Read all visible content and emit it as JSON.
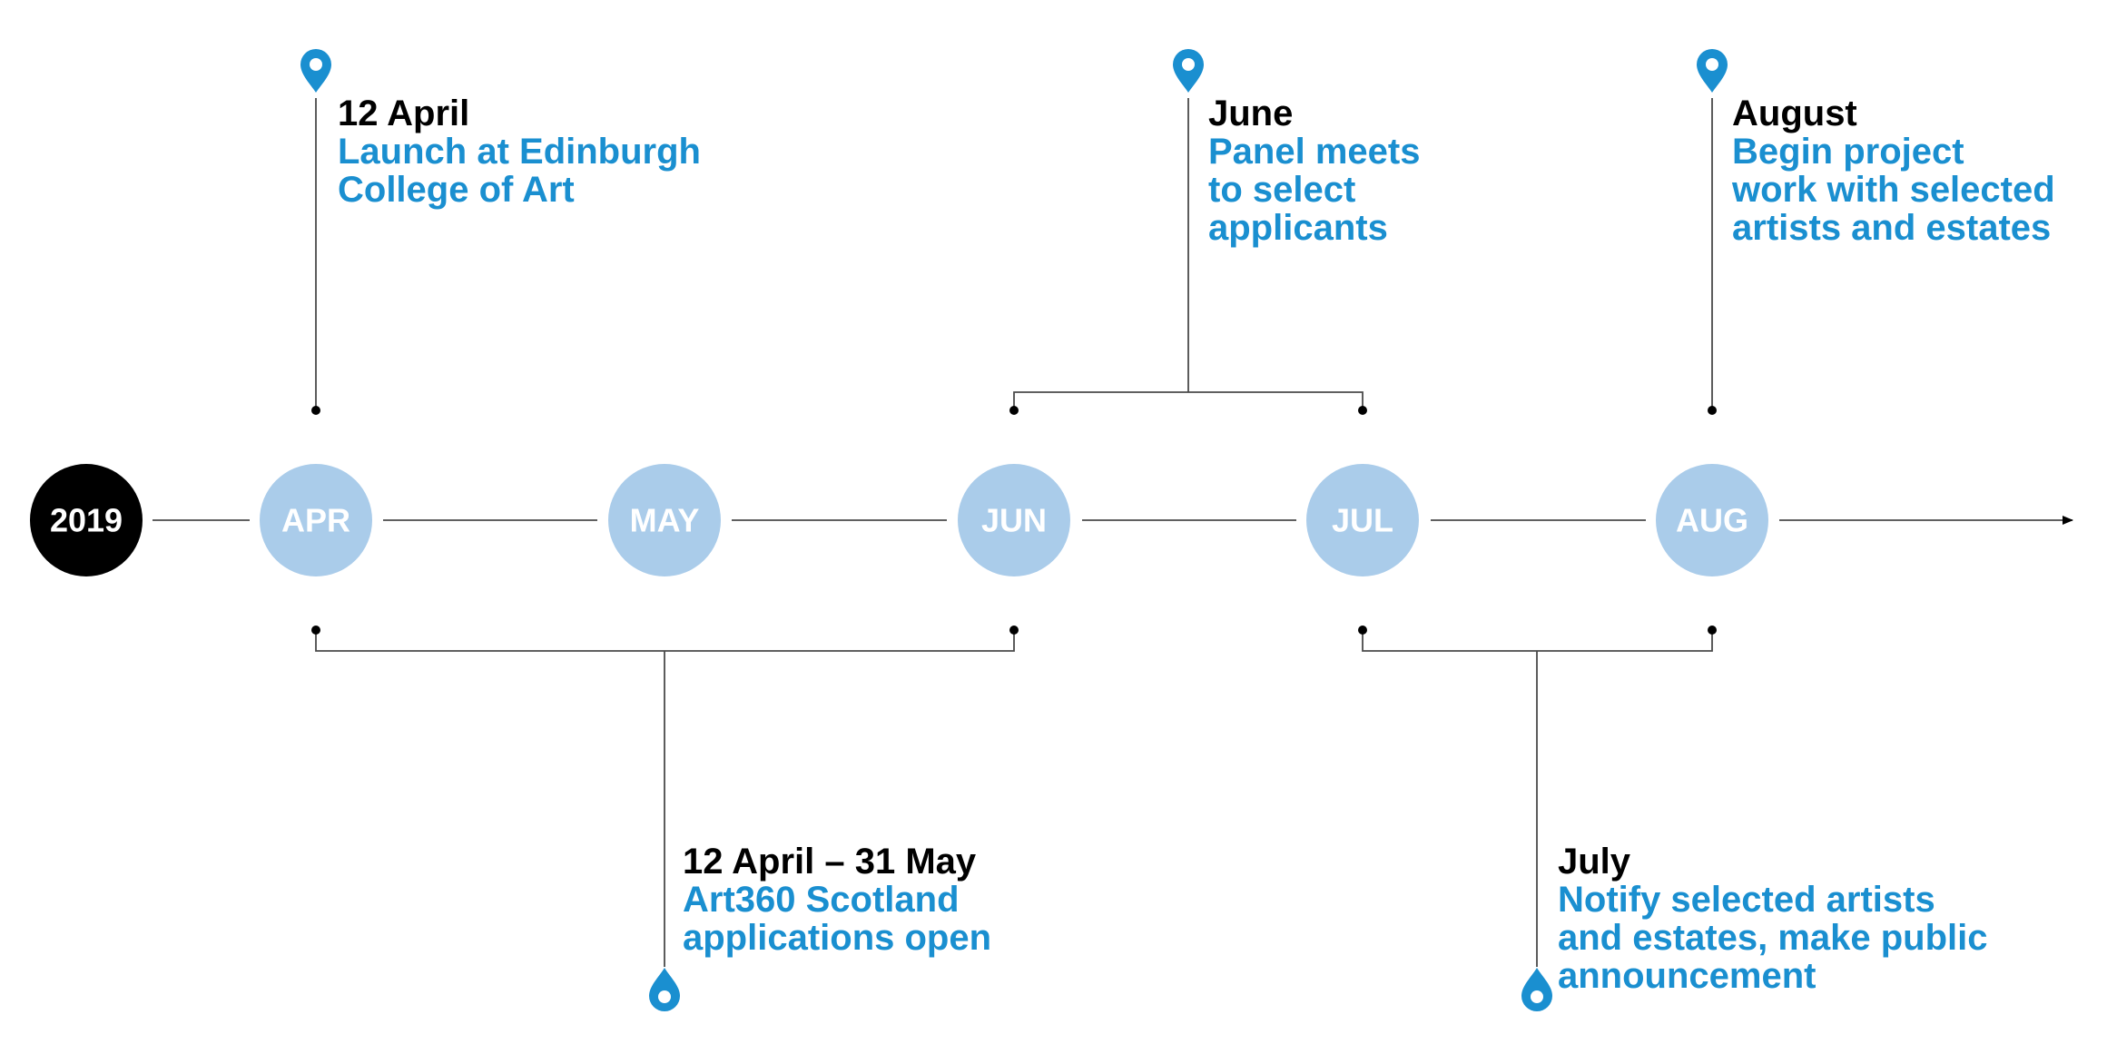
{
  "colors": {
    "accent": "#1a8fd0",
    "month_circle": "#aaccea",
    "year_circle": "#000000"
  },
  "year": "2019",
  "months": [
    "APR",
    "MAY",
    "JUN",
    "JUL",
    "AUG"
  ],
  "events": [
    {
      "date": "12 April",
      "description": "Launch at Edinburgh\nCollege of Art",
      "icon": "map-pin-icon"
    },
    {
      "date": "June",
      "description": "Panel meets\nto select\napplicants",
      "icon": "map-pin-icon"
    },
    {
      "date": "August",
      "description": "Begin project\nwork with selected\nartists and estates",
      "icon": "map-pin-icon"
    },
    {
      "date": "12 April – 31 May",
      "description": "Art360 Scotland\napplications open",
      "icon": "drop-pin-icon"
    },
    {
      "date": "July",
      "description": "Notify selected artists\nand estates, make public\nannouncement",
      "icon": "drop-pin-icon"
    }
  ]
}
